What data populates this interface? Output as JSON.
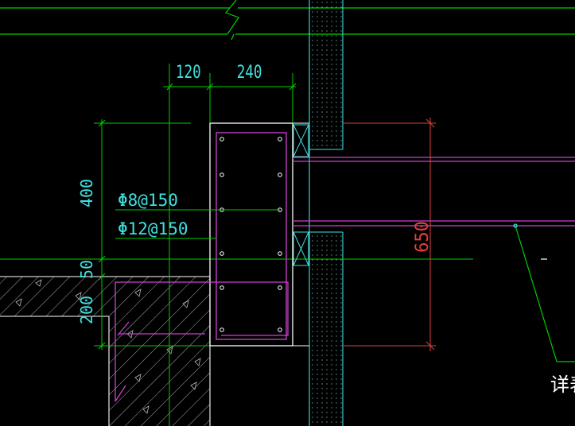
{
  "colors": {
    "background": "#000000",
    "green": "#00d000",
    "cyan": "#40e0e0",
    "magenta": "#d040d0",
    "red": "#e04040",
    "white": "#ffffff",
    "grey": "#c8c8c8"
  },
  "dimensions": {
    "top_left": "120",
    "top_right": "240",
    "left_height": "400",
    "left_small": "50",
    "left_bottom": "200",
    "right_total": "650"
  },
  "rebar_labels": {
    "stirrup": "Φ8@150",
    "longitudinal": "Φ12@150"
  },
  "detail_label": "详表"
}
